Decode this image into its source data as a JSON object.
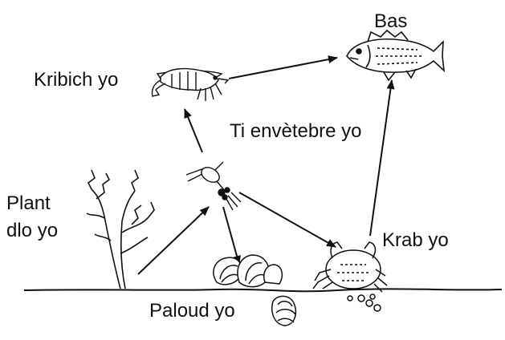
{
  "labels": {
    "fish": "Bas",
    "shrimp": "Kribich yo",
    "invertebrates": "Ti envètebre yo",
    "plant_line1": "Plant",
    "plant_line2": "dlo yo",
    "crab": "Krab yo",
    "clams": "Paloud yo"
  },
  "colors": {
    "ink": "#111111",
    "background": "#ffffff"
  }
}
